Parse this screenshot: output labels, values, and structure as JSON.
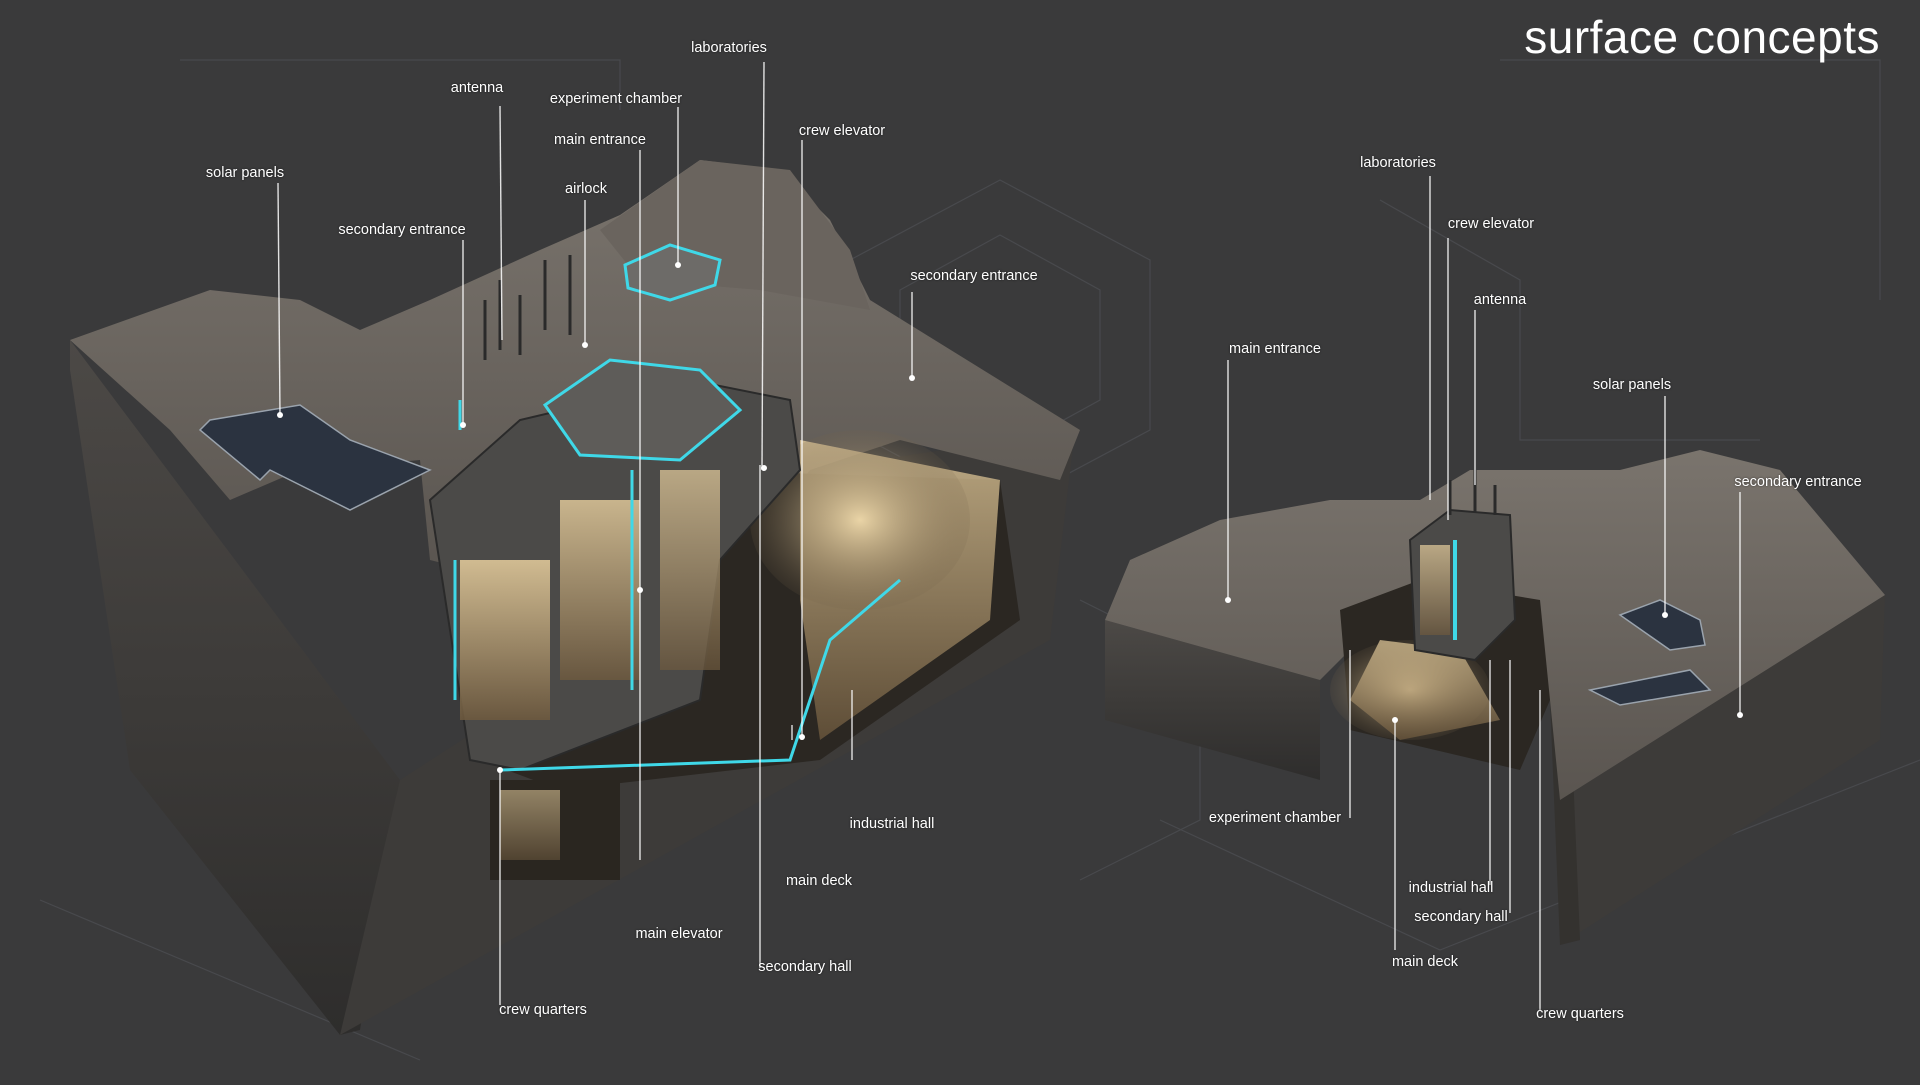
{
  "header": {
    "title": "surface concepts"
  },
  "left_concept": {
    "labels": {
      "laboratories": "laboratories",
      "antenna": "antenna",
      "experiment_chamber": "experiment chamber",
      "main_entrance": "main entrance",
      "crew_elevator": "crew  elevator",
      "solar_panels": "solar panels",
      "airlock": "airlock",
      "secondary_entrance_left": "secondary entrance",
      "secondary_entrance_right": "secondary entrance",
      "industrial_hall": "industrial hall",
      "main_deck": "main deck",
      "main_elevator": "main elevator",
      "secondary_hall": "secondary hall",
      "crew_quarters": "crew quarters"
    }
  },
  "right_concept": {
    "labels": {
      "laboratories": "laboratories",
      "crew_elevator": "crew  elevator",
      "antenna": "antenna",
      "main_entrance": "main entrance",
      "solar_panels": "solar panels",
      "secondary_entrance": "secondary entrance",
      "experiment_chamber": "experiment chamber",
      "industrial_hall": "industrial hall",
      "secondary_hall": "secondary hall",
      "main_deck": "main deck",
      "crew_quarters": "crew quarters"
    }
  },
  "colors": {
    "background": "#3a3a3b",
    "terrain_top": "#6e6862",
    "terrain_side": "#4a4744",
    "interior_warm": "#c9a979",
    "accent_cyan": "#3fd8e8",
    "label_text": "#ffffff"
  }
}
